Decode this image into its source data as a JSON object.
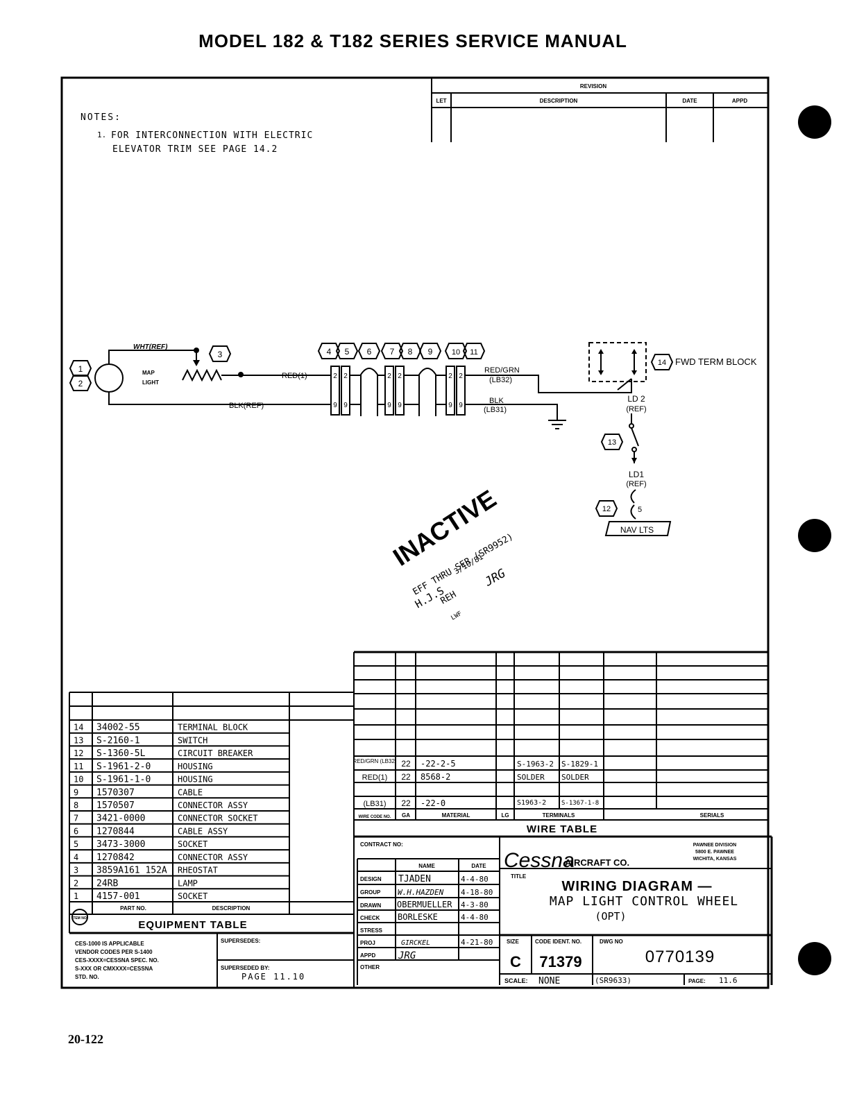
{
  "page": {
    "header": "MODEL 182 & T182 SERIES SERVICE MANUAL",
    "footer": "20-122"
  },
  "revision": {
    "title": "REVISION",
    "col_let": "LET",
    "col_description": "DESCRIPTION",
    "col_date": "DATE",
    "col_appd": "APPD"
  },
  "notes": {
    "heading": "NOTES:",
    "num": "1.",
    "line1": "FOR INTERCONNECTION WITH ELECTRIC",
    "line2": "ELEVATOR TRIM SEE PAGE 14.2"
  },
  "diagram": {
    "map_light_line1": "MAP",
    "map_light_line2": "LIGHT",
    "item1": "1",
    "item2": "2",
    "item3": "3",
    "item4": "4",
    "item5": "5",
    "item6": "6",
    "item7": "7",
    "item8": "8",
    "item9": "9",
    "item10": "10",
    "item11": "11",
    "item12": "12",
    "item13": "13",
    "item14": "14",
    "wht_ref": "WHT(REF)",
    "red1": "RED(1)",
    "blk_ref": "BLK(REF)",
    "red_grn_line1": "RED/GRN",
    "red_grn_line2": "(LB32)",
    "blk_line1": "BLK",
    "blk_line2": "(LB31)",
    "pin2": "2",
    "pin9": "9",
    "fwd_term_block": "FWD TERM BLOCK",
    "ld2": "LD 2",
    "ld2_ref": "(REF)",
    "ld1": "LD1",
    "ld1_ref": "(REF)",
    "pin5": "5",
    "nav_lts": "NAV LTS"
  },
  "stamp": {
    "inactive": "INACTIVE",
    "line1": "EFF THRU SER (SR9952)",
    "line2": "3/10/81",
    "line3": "H.J.S",
    "line4": "REH",
    "line5": "JRG",
    "line6": "LWF"
  },
  "equipment": {
    "title": "EQUIPMENT TABLE",
    "col_part": "PART NO.",
    "col_desc": "DESCRIPTION",
    "code_label": "ITEM NO.",
    "rows": [
      {
        "item": "14",
        "part": "34002-55",
        "desc": "TERMINAL BLOCK"
      },
      {
        "item": "13",
        "part": "S-2160-1",
        "desc": "SWITCH"
      },
      {
        "item": "12",
        "part": "S-1360-5L",
        "desc": "CIRCUIT BREAKER"
      },
      {
        "item": "11",
        "part": "S-1961-2-0",
        "desc": "HOUSING"
      },
      {
        "item": "10",
        "part": "S-1961-1-0",
        "desc": "HOUSING"
      },
      {
        "item": "9",
        "part": "1570307",
        "desc": "CABLE"
      },
      {
        "item": "8",
        "part": "1570507",
        "desc": "CONNECTOR ASSY"
      },
      {
        "item": "7",
        "part": "3421-0000",
        "desc": "CONNECTOR SOCKET"
      },
      {
        "item": "6",
        "part": "1270844",
        "desc": "CABLE ASSY"
      },
      {
        "item": "5",
        "part": "3473-3000",
        "desc": "SOCKET"
      },
      {
        "item": "4",
        "part": "1270842",
        "desc": "CONNECTOR ASSY"
      },
      {
        "item": "3",
        "part": "3859A161 152A",
        "desc": "RHEOSTAT"
      },
      {
        "item": "2",
        "part": "24RB",
        "desc": "LAMP"
      },
      {
        "item": "1",
        "part": "4157-001",
        "desc": "SOCKET"
      }
    ]
  },
  "wire": {
    "title": "WIRE TABLE",
    "col_code": "WIRE CODE NO.",
    "col_ga": "GA",
    "col_material": "MATERIAL",
    "col_lg": "LG",
    "col_terminals": "TERMINALS",
    "col_serials": "SERIALS",
    "rows": [
      {
        "code": "RED/GRN (LB32)",
        "ga": "22",
        "material": "-22-2-5",
        "lg": "",
        "t1": "S-1963-2",
        "t2": "S-1829-1"
      },
      {
        "code": "RED(1)",
        "ga": "22",
        "material": "8568-2",
        "lg": "",
        "t1": "SOLDER",
        "t2": "SOLDER"
      },
      {
        "code": "(LB31)",
        "ga": "22",
        "material": "-22-0",
        "lg": "",
        "t1": "S1963-2",
        "t2": "S-1367-1-8"
      }
    ]
  },
  "title_block": {
    "contract": "CONTRACT NO:",
    "col_name": "NAME",
    "col_date": "DATE",
    "design_label": "DESIGN",
    "design_name": "TJADEN",
    "design_date": "4-4-80",
    "group_label": "GROUP",
    "group_name": "W.H.HAZDEN",
    "group_date": "4-18-80",
    "drawn_label": "DRAWN",
    "drawn_name": "OBERMUELLER",
    "drawn_date": "4-3-80",
    "check_label": "CHECK",
    "check_name": "BORLESKE",
    "check_date": "4-4-80",
    "stress_label": "STRESS",
    "proj_label": "PROJ",
    "proj_name": "GIRCKEL",
    "proj_date": "4-21-80",
    "appd_label": "APPD",
    "appd_name": "JRG",
    "other_label": "OTHER",
    "company_logo": "Cessna",
    "company_name": "AIRCRAFT CO.",
    "division1": "PAWNEE DIVISION",
    "division2": "5800 E. PAWNEE",
    "division3": "WICHITA, KANSAS",
    "title_label": "TITLE",
    "title_line1": "WIRING DIAGRAM —",
    "title_line2": "MAP LIGHT CONTROL WHEEL",
    "title_line3": "(OPT)",
    "size_label": "SIZE",
    "size_val": "C",
    "code_label": "CODE IDENT. NO.",
    "code_val": "71379",
    "dwg_label": "DWG NO",
    "dwg_val": "0770139",
    "scale_label": "SCALE:",
    "scale_val": "NONE",
    "ref": "(SR9633)",
    "page_label": "PAGE:",
    "page_val": "11.6",
    "supersedes": "SUPERSEDES:",
    "superseded_by": "SUPERSEDED BY:",
    "superseded_val": "PAGE 11.10",
    "ces1": "CES-1000 IS APPLICABLE",
    "ces2": "VENDOR CODES PER S-1400",
    "ces3": "CES-XXXX=CESSNA SPEC. NO.",
    "ces4": "S-XXX OR CMXXXX=CESSNA",
    "ces5": "STD. NO."
  }
}
